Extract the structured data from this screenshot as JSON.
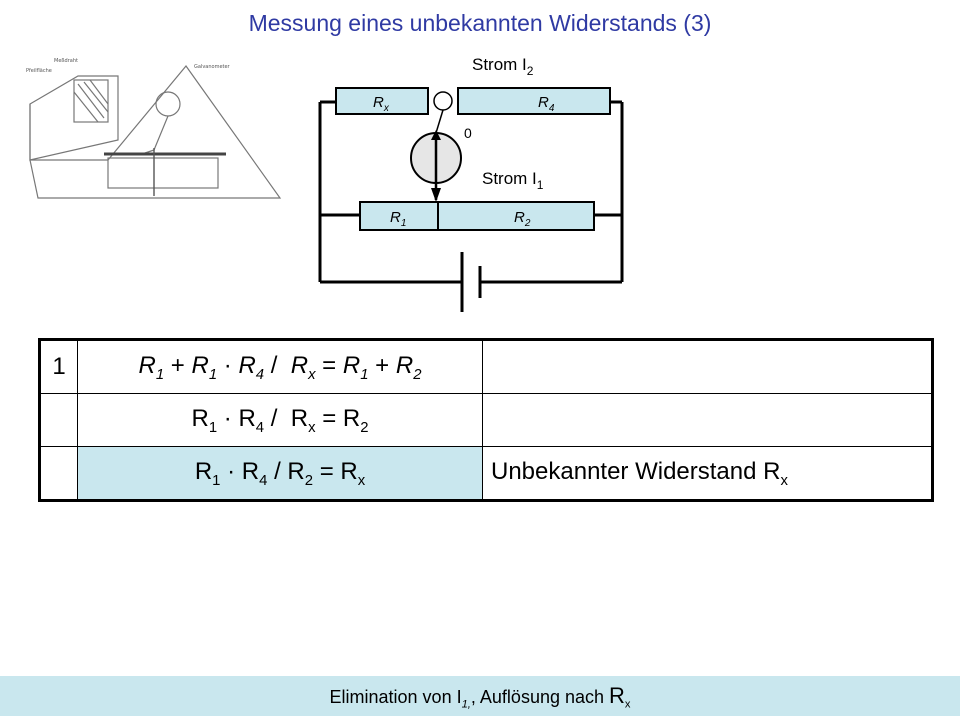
{
  "title": "Messung eines unbekannten Widerstands (3)",
  "sketch": {
    "label_left": "Pfeilfläche",
    "label_mid": "Meßdraht",
    "label_right": "Galvanometer"
  },
  "circuit": {
    "strom_i2": "Strom I",
    "strom_i2_sub": "2",
    "strom_i1": "Strom I",
    "strom_i1_sub": "1",
    "zero": "0",
    "rx": "R",
    "rx_sub": "x",
    "r4": "R",
    "r4_sub": "4",
    "r1": "R",
    "r1_sub": "1",
    "r2": "R",
    "r2_sub": "2"
  },
  "table": {
    "rows": [
      {
        "num": "1",
        "desc": ""
      },
      {
        "num": "",
        "desc": ""
      },
      {
        "num": "",
        "desc": "Unbekannter Widerstand R",
        "desc_sub": "x"
      }
    ]
  },
  "footer": {
    "text": "Elimination von I",
    "sub": "1,",
    "text2": ", Auflösung nach ",
    "rx": "R",
    "rx_sub": "x"
  },
  "colors": {
    "title": "#2f3aa3",
    "highlight": "#c9e7ee"
  }
}
